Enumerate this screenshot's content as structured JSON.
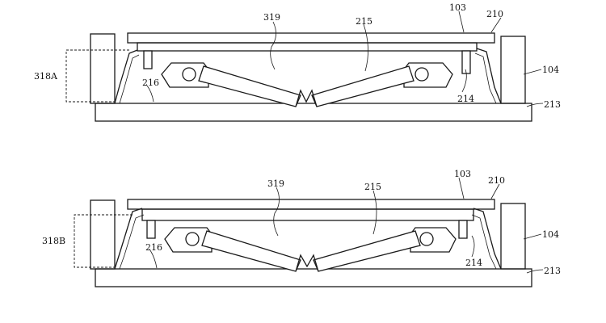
{
  "figures": [
    {
      "id": "top",
      "labels": {
        "keycap": "103",
        "gap": "210",
        "housing": "104",
        "substrate": "213",
        "membrane_right": "214",
        "mechanism": "215",
        "membrane_left": "216",
        "cavity": "319",
        "travel": "318A"
      }
    },
    {
      "id": "bottom",
      "labels": {
        "keycap": "103",
        "gap": "210",
        "housing": "104",
        "substrate": "213",
        "membrane_right": "214",
        "mechanism": "215",
        "membrane_left": "216",
        "cavity": "319",
        "travel": "318B"
      }
    }
  ]
}
